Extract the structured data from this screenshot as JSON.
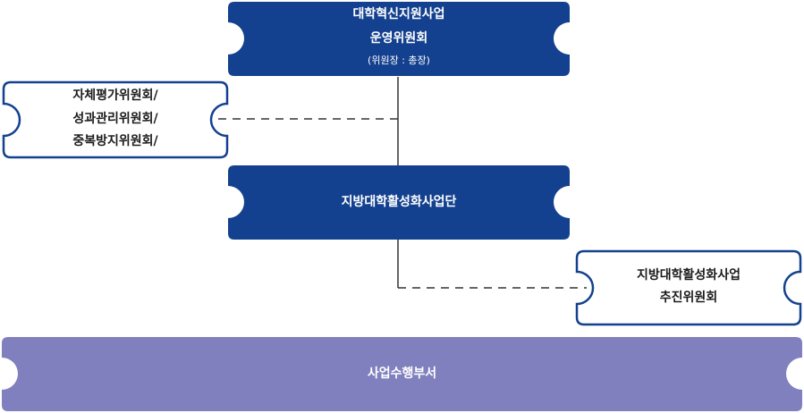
{
  "colors": {
    "navy": "#14418f",
    "outline": "#14418f",
    "purple": "#8180be",
    "line": "#333333"
  },
  "top_committee": {
    "line1": "대학혁신지원사업",
    "line2": "운영위원회",
    "note": "(위원장 : 총장)"
  },
  "left_committee": {
    "line1": "자체평가위원회/",
    "line2": "성과관리위원회/",
    "line3": "중복방지위원회/"
  },
  "project_group": {
    "label": "지방대학활성화사업단"
  },
  "promotion_committee": {
    "line1": "지방대학활성화사업",
    "line2": "추진위원회"
  },
  "execution_dept": {
    "label": "사업수행부서"
  }
}
